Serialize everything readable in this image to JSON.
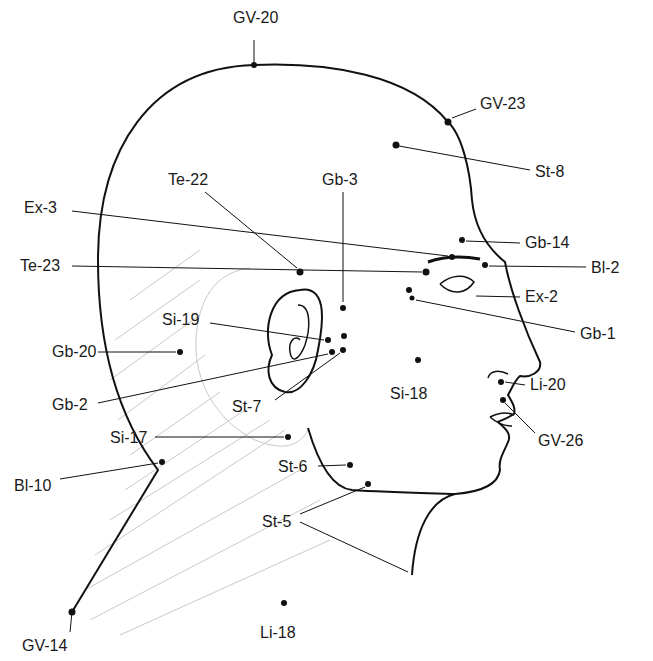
{
  "diagram": {
    "labels": [
      "GV-20",
      "GV-23",
      "St-8",
      "Te-22",
      "Gb-3",
      "Ex-3",
      "Gb-14",
      "Te-23",
      "Bl-2",
      "Ex-2",
      "Si-19",
      "Gb-1",
      "Gb-20",
      "Si-18",
      "Li-20",
      "Gb-2",
      "St-7",
      "GV-26",
      "Si-17",
      "St-6",
      "Bl-10",
      "St-5",
      "GV-14",
      "Li-18"
    ]
  }
}
